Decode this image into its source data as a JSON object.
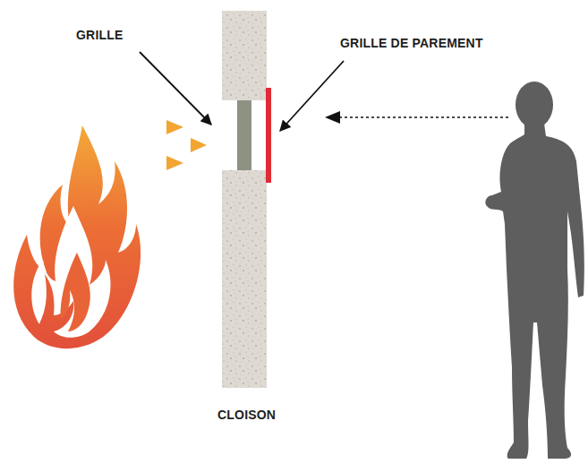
{
  "diagram": {
    "labels": [
      "GRILLE",
      "GRILLE DE PAREMENT",
      "CLOISON"
    ]
  }
}
